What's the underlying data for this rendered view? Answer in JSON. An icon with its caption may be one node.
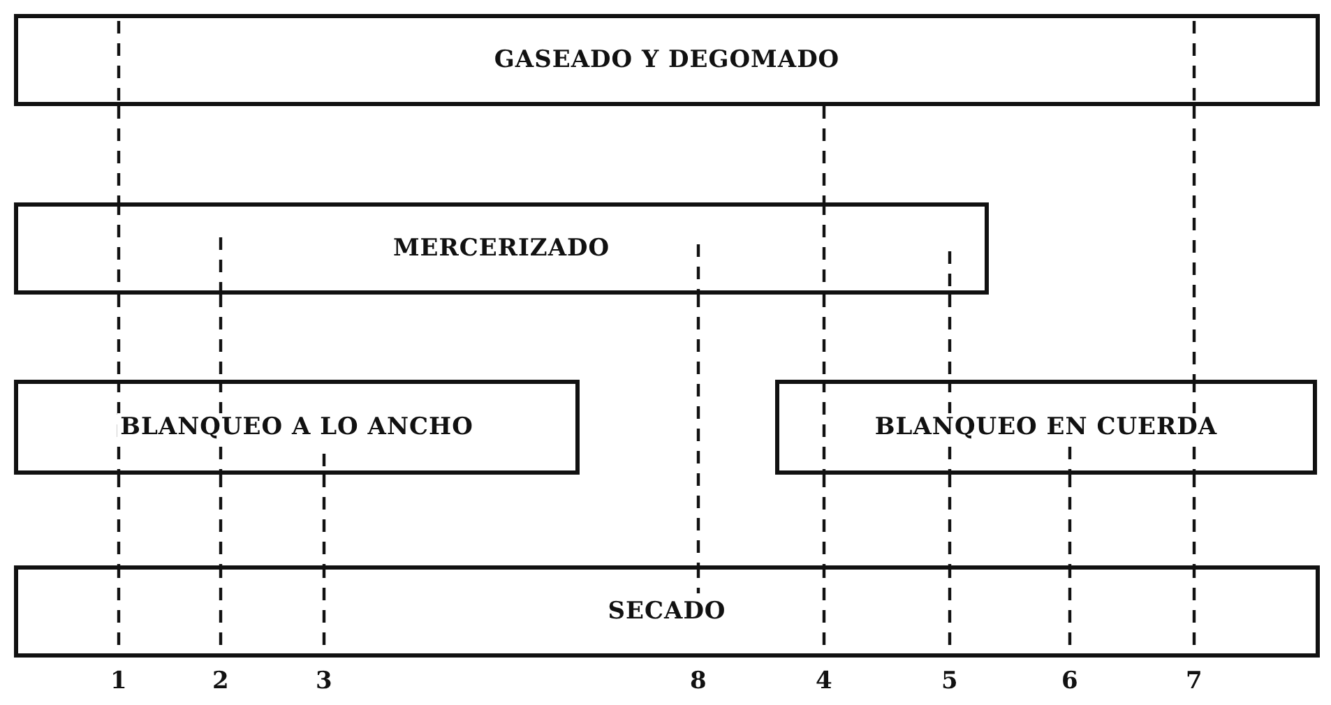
{
  "diagram": {
    "nodes": [
      {
        "text": [
          "GASEADO Y DEGOMADO"
        ]
      },
      {
        "text": [
          "MERCERIZADO"
        ]
      },
      {
        "text": [
          "BLANQUEO A LO ANCHO"
        ]
      },
      {
        "text": [
          "BLANQUEO EN CUERDA"
        ]
      },
      {
        "text": [
          "SECADO"
        ]
      }
    ],
    "edges": [
      {
        "from": 0,
        "to": 1,
        "arrow": "none",
        "style": "dashed"
      },
      {
        "from": 1,
        "to": 2,
        "arrow": "none",
        "style": "dashed"
      },
      {
        "from": 2,
        "to": 4,
        "arrow": "none",
        "style": "dashed"
      },
      {
        "from": 1,
        "to": 2,
        "arrow": "none",
        "style": "dashed"
      },
      {
        "from": 2,
        "to": 4,
        "arrow": "none",
        "style": "dashed"
      },
      {
        "from": 2,
        "to": 4,
        "arrow": "none",
        "style": "dashed"
      },
      {
        "from": 1,
        "to": 4,
        "arrow": "none",
        "style": "dashed"
      },
      {
        "from": 0,
        "to": 1,
        "arrow": "none",
        "style": "dashed"
      },
      {
        "from": 1,
        "to": 3,
        "arrow": "none",
        "style": "dashed"
      },
      {
        "from": 3,
        "to": 4,
        "arrow": "none",
        "style": "dashed"
      },
      {
        "from": 1,
        "to": 3,
        "arrow": "none",
        "style": "dashed"
      },
      {
        "from": 3,
        "to": 4,
        "arrow": "none",
        "style": "dashed"
      },
      {
        "from": 3,
        "to": 4,
        "arrow": "none",
        "style": "dashed"
      },
      {
        "from": 0,
        "to": 3,
        "arrow": "none",
        "style": "dashed"
      },
      {
        "from": 3,
        "to": 4,
        "arrow": "none",
        "style": "dashed"
      }
    ],
    "labels": [
      "1",
      "2",
      "3",
      "8",
      "4",
      "5",
      "6",
      "7"
    ]
  }
}
